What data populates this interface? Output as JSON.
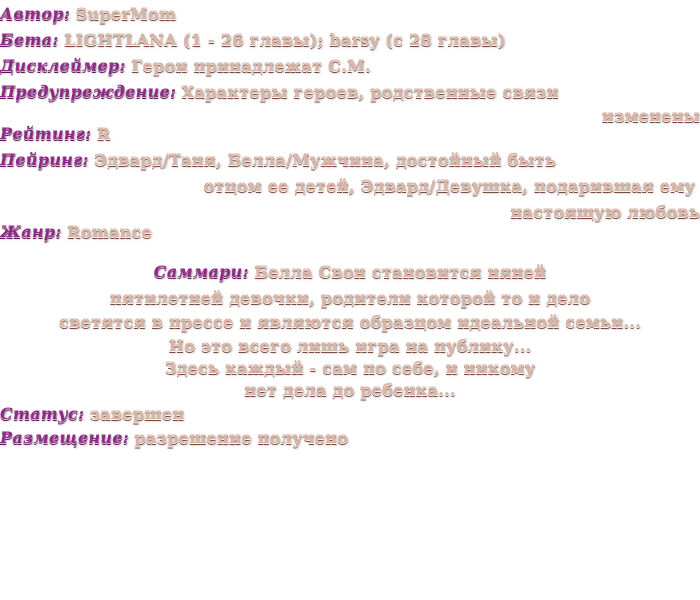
{
  "fanfic_header": {
    "author": {
      "label": "Автор:",
      "value": "SuperMom"
    },
    "beta": {
      "label": "Бета:",
      "value": "LIGHTLANA (1 - 26 главы); barsy (с 28 главы)"
    },
    "disclaimer": {
      "label": "Дисклеймер:",
      "value": "Герои принадлежат С.М."
    },
    "warning": {
      "label": "Предупреждение:",
      "value_line1": "Характеры героев, родственные связи",
      "value_line2": "изменены"
    },
    "rating": {
      "label": "Рейтинг:",
      "value": "R"
    },
    "pairing": {
      "label": "Пейринг:",
      "value_line1": "Эдвард/Таня, Белла/Мужчина, достойный быть",
      "value_line2": "отцом ее детей, Эдвард/Девушка, подарившая ему",
      "value_line3": "настоящую любовь"
    },
    "genre": {
      "label": "Жанр:",
      "value": "Romance"
    },
    "summary": {
      "label": "Саммари:",
      "line1": "Белла Свон становится няней",
      "line2": "пятилетней девочки, родители которой то  и дело",
      "line3": "светятся в прессе и являются образцом идеальной семьи...",
      "line4": "Но это всего лишь игра на публику...",
      "line5": "Здесь каждый - сам по себе, и никому",
      "line6": "нет дела до ребенка..."
    },
    "status": {
      "label": "Статус:",
      "value": "завершен"
    },
    "placement": {
      "label": "Размещение:",
      "value": "разрешение получено"
    }
  }
}
